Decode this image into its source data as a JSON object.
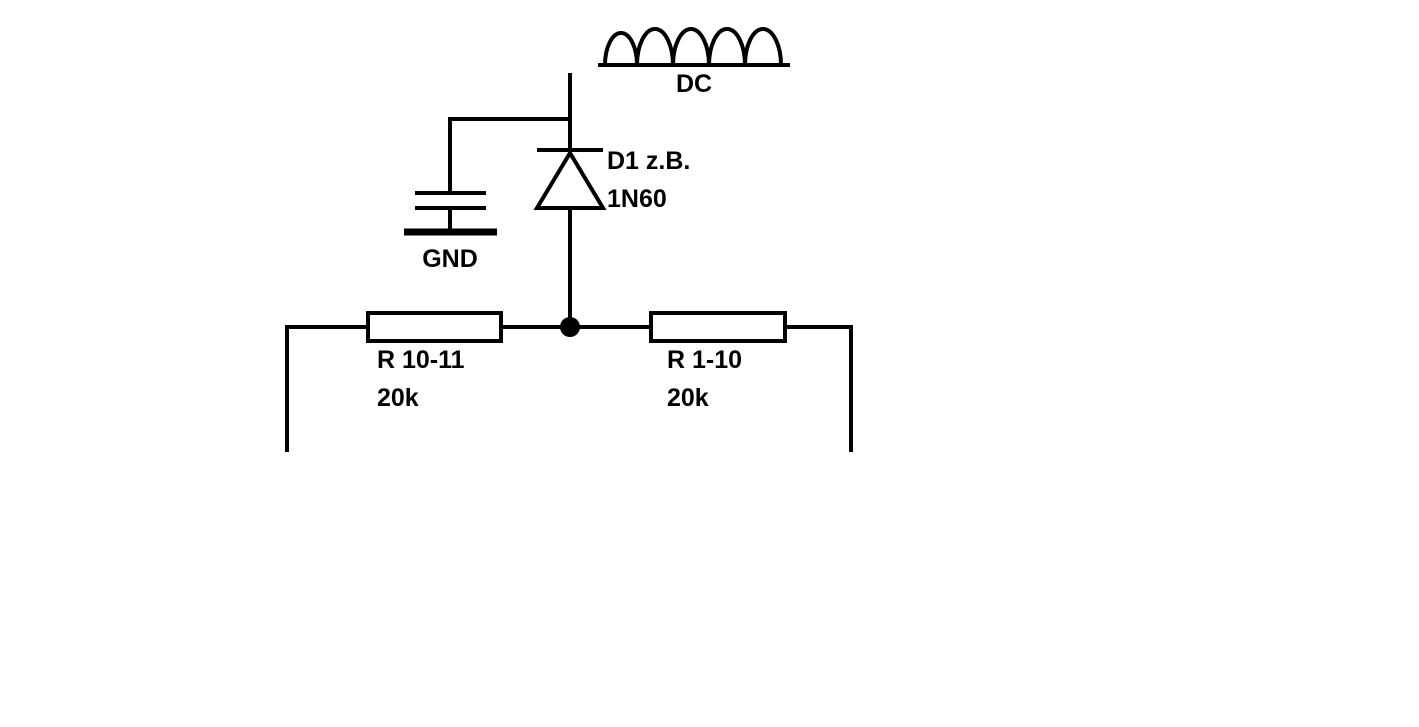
{
  "diagram": {
    "type": "circuit-schematic",
    "colors": {
      "line": "#000000",
      "background": "#ffffff"
    },
    "nodes": [
      {
        "id": "dc",
        "label": "DC",
        "symbol": "rectified-dc-waveform-icon"
      },
      {
        "id": "d1",
        "label_line1": "D1 z.B.",
        "label_line2": "1N60",
        "symbol": "diode"
      },
      {
        "id": "gnd",
        "label": "GND",
        "symbol": "capacitor-to-ground"
      },
      {
        "id": "r1011",
        "label_line1": "R 10-11",
        "label_line2": "20k",
        "symbol": "resistor"
      },
      {
        "id": "r110",
        "label_line1": "R 1-10",
        "label_line2": "20k",
        "symbol": "resistor"
      },
      {
        "id": "junction",
        "symbol": "junction-dot"
      }
    ],
    "edges": [
      {
        "from": "dc",
        "to": "d1"
      },
      {
        "from": "dc",
        "to": "gnd"
      },
      {
        "from": "d1",
        "to": "junction"
      },
      {
        "from": "junction",
        "to": "r1011"
      },
      {
        "from": "junction",
        "to": "r110"
      }
    ]
  }
}
